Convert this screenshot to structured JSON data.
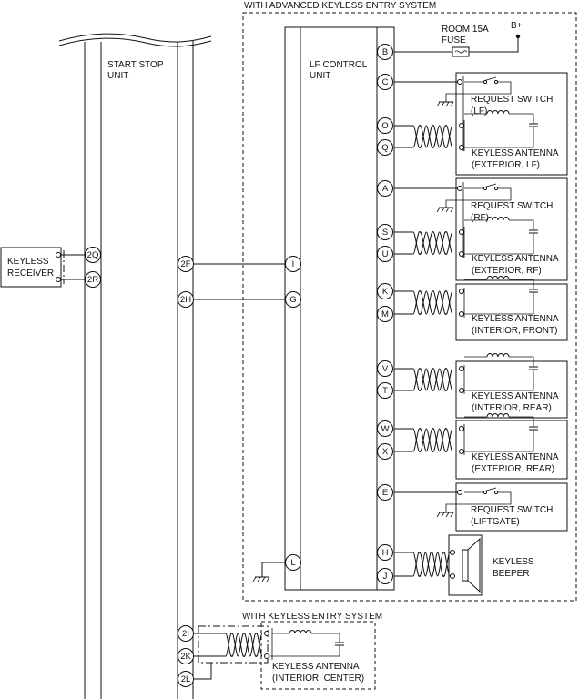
{
  "labels": {
    "advanced_system": "WITH ADVANCED KEYLESS ENTRY SYSTEM",
    "keyless_system": "WITH KEYLESS ENTRY SYSTEM",
    "start_stop_line1": "START STOP",
    "start_stop_line2": "UNIT",
    "lf_line1": "LF CONTROL",
    "lf_line2": "UNIT",
    "receiver_line1": "KEYLESS",
    "receiver_line2": "RECEIVER",
    "fuse_line1": "ROOM 15A",
    "fuse_line2": "FUSE",
    "battery": "B+",
    "beeper_line1": "KEYLESS",
    "beeper_line2": "BEEPER"
  },
  "start_stop_pins": [
    "2Q",
    "2R",
    "2F",
    "2H",
    "2I",
    "2K",
    "2L"
  ],
  "lf_left_pins": [
    "I",
    "G",
    "L"
  ],
  "lf_right_pins": [
    "B",
    "C",
    "O",
    "Q",
    "A",
    "S",
    "U",
    "K",
    "M",
    "V",
    "T",
    "W",
    "X",
    "E",
    "H",
    "J"
  ],
  "components": [
    {
      "line1": "REQUEST SWITCH",
      "line2": "(LF)"
    },
    {
      "line1": "KEYLESS ANTENNA",
      "line2": "(EXTERIOR, LF)"
    },
    {
      "line1": "REQUEST SWITCH",
      "line2": "(RF)"
    },
    {
      "line1": "KEYLESS ANTENNA",
      "line2": "(EXTERIOR, RF)"
    },
    {
      "line1": "KEYLESS ANTENNA",
      "line2": "(INTERIOR, FRONT)"
    },
    {
      "line1": "KEYLESS ANTENNA",
      "line2": "(INTERIOR, REAR)"
    },
    {
      "line1": "KEYLESS ANTENNA",
      "line2": "(EXTERIOR, REAR)"
    },
    {
      "line1": "REQUEST SWITCH",
      "line2": "(LIFTGATE)"
    },
    {
      "line1": "KEYLESS ANTENNA",
      "line2": "(INTERIOR, CENTER)"
    }
  ]
}
